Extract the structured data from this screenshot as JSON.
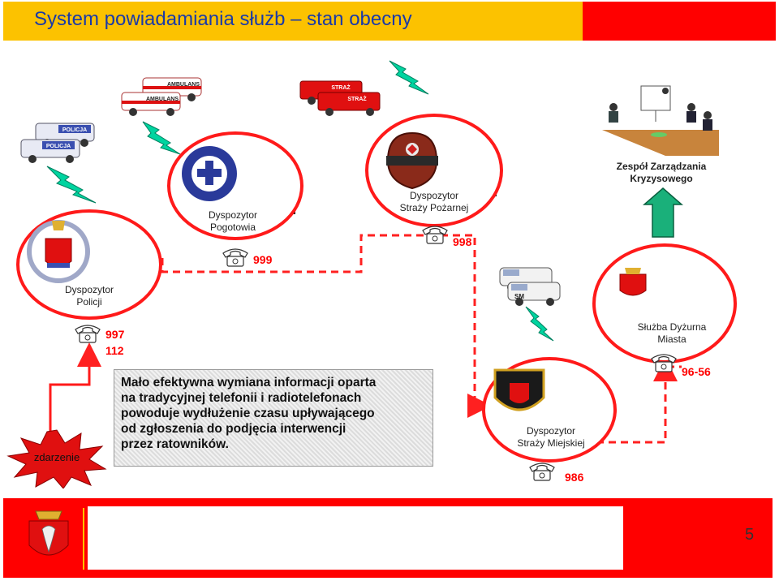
{
  "title": "System powiadamiania służb – stan obecny",
  "page_number": "5",
  "colors": {
    "title_bar": "#fcc200",
    "accent_red": "#ff0000",
    "title_text": "#1a3aa8",
    "dashed_flow": "#ff2020",
    "lightning": "#00d0a0"
  },
  "nodes": {
    "police": {
      "label_line1": "Dyspozytor",
      "label_line2": "Policji",
      "numbers": [
        "997",
        "112"
      ]
    },
    "ambulance": {
      "label_line1": "Dyspozytor",
      "label_line2": "Pogotowia",
      "number": "999"
    },
    "fire": {
      "label_line1": "Dyspozytor",
      "label_line2": "Straży Pożarnej",
      "number": "998"
    },
    "crisis": {
      "label_line1": "Zespół Zarządzania",
      "label_line2": "Kryzysowego"
    },
    "city_duty": {
      "label_line1": "Służba Dyżurna",
      "label_line2": "Miasta",
      "number": "96-56"
    },
    "city_guard": {
      "label_line1": "Dyspozytor",
      "label_line2": "Straży Miejskiej",
      "number": "986"
    }
  },
  "vehicles": {
    "police": "POLICJA",
    "ambulance": "AMBULANS",
    "fire": "STRAŻ",
    "city_guard": "SM"
  },
  "event_label": "zdarzenie",
  "info_text": {
    "line1": "Mało efektywna wymiana informacji oparta",
    "line2": "na tradycyjnej telefonii i radiotelefonach",
    "line3": "powoduje wydłużenie czasu upływającego",
    "line4": "od zgłoszenia do podjęcia interwencji",
    "line5": "przez ratowników."
  }
}
